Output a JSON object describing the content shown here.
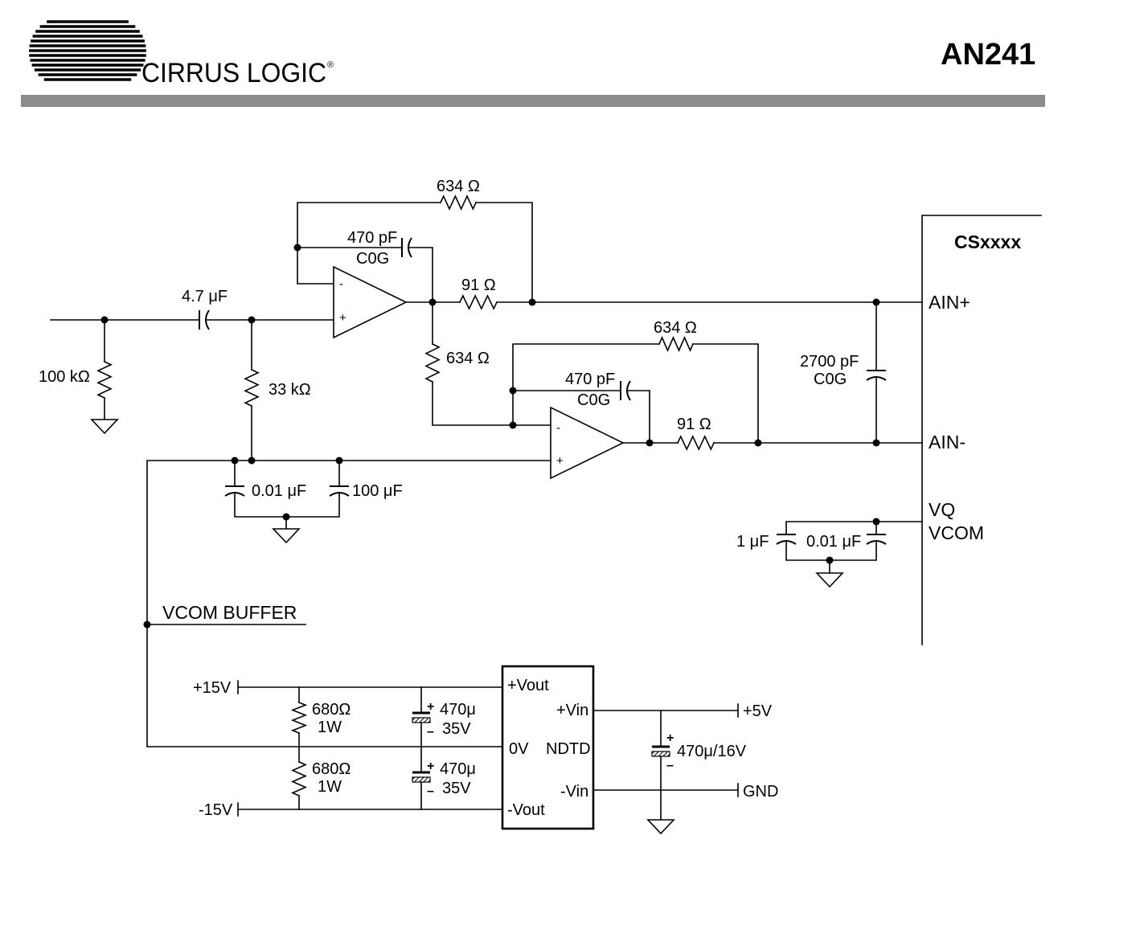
{
  "colors": {
    "ink": "#000000",
    "header_rule": "#8c8c8c",
    "background": "#ffffff"
  },
  "header": {
    "logo_text": "CIRRUS LOGIC",
    "logo_registered": "®",
    "doc_number": "AN241"
  },
  "schematic": {
    "input": {
      "r_shunt": "100 kΩ",
      "c_coupling": "4.7 μF",
      "r_bias": "33 kΩ"
    },
    "opamp_1": {
      "inv_sign": "-",
      "noninv_sign": "+",
      "r_feedback": "634 Ω",
      "c_feedback": "470 pF",
      "c_dielectric": "C0G",
      "r_output": "91 Ω",
      "r_to_opamp_2": "634 Ω"
    },
    "opamp_2": {
      "inv_sign": "-",
      "noninv_sign": "+",
      "r_feedback": "634 Ω",
      "c_feedback": "470 pF",
      "c_dielectric": "C0G",
      "r_output": "91 Ω"
    },
    "differential_cap": {
      "value": "2700 pF",
      "dielectric": "C0G"
    },
    "adc": {
      "part": "CSxxxx",
      "pin_ain_pos": "AIN+",
      "pin_ain_neg": "AIN-",
      "pin_vq": "VQ",
      "pin_vcom": "VCOM",
      "c_vq_1": "1 μF",
      "c_vq_2": "0.01 μF"
    },
    "vcom_decoupling": {
      "c_small": "0.01 μF",
      "c_large": "100 μF"
    },
    "vcom_buffer_label": "VCOM BUFFER",
    "supply": {
      "rail_pos": "+15V",
      "rail_neg": "-15V",
      "load_resistors": [
        {
          "value": "680Ω",
          "power": "1W"
        },
        {
          "value": "680Ω",
          "power": "1W"
        }
      ],
      "output_caps": [
        {
          "value": "470μ",
          "voltage": "35V",
          "pos": "+",
          "neg": "–"
        },
        {
          "value": "470μ",
          "voltage": "35V",
          "pos": "+",
          "neg": "–"
        }
      ],
      "converter": {
        "name": "NDTD",
        "pin_vout_pos": "+Vout",
        "pin_vin_pos": "+Vin",
        "pin_0v": "0V",
        "pin_vin_neg": "-Vin",
        "pin_vout_neg": "-Vout"
      },
      "input_pos": "+5V",
      "input_gnd": "GND",
      "input_cap": {
        "value": "470μ/16V",
        "pos": "+",
        "neg": "–"
      }
    }
  }
}
